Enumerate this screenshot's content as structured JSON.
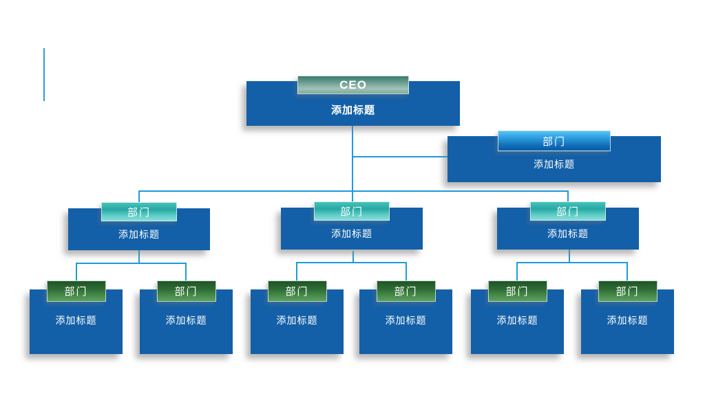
{
  "diagram": {
    "kind": "org-chart-slide",
    "colors": {
      "node_fill": "#1460A8",
      "connector": "#1E9ADB",
      "decorative_line": "#2E9BD8",
      "badge_sage_top": "#3C7A6E",
      "badge_blue_top": "#55C4F5",
      "badge_teal_top": "#46C2BB",
      "badge_green_top": "#2F6B35",
      "text": "#FFFFFF",
      "background": "#FFFFFF"
    }
  },
  "nodes": {
    "ceo": {
      "badge": "CEO",
      "title": "添加标题"
    },
    "department_right": {
      "badge": "部门",
      "title": "添加标题"
    },
    "departments_mid": [
      {
        "badge": "部门",
        "title": "添加标题"
      },
      {
        "badge": "部门",
        "title": "添加标题"
      },
      {
        "badge": "部门",
        "title": "添加标题"
      }
    ],
    "departments_leaf": [
      {
        "badge": "部门",
        "title": "添加标题"
      },
      {
        "badge": "部门",
        "title": "添加标题"
      },
      {
        "badge": "部门",
        "title": "添加标题"
      },
      {
        "badge": "部门",
        "title": "添加标题"
      },
      {
        "badge": "部门",
        "title": "添加标题"
      },
      {
        "badge": "部门",
        "title": "添加标题"
      }
    ]
  }
}
